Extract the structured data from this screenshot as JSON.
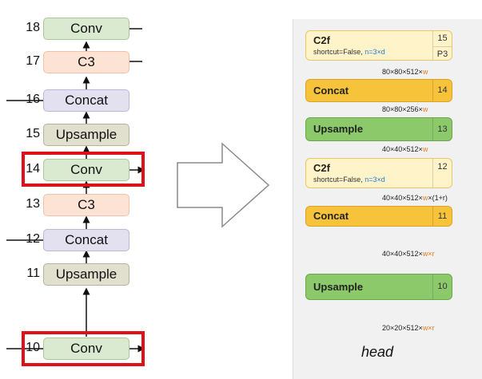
{
  "left_column": {
    "blocks": [
      {
        "index": "18",
        "label": "Conv"
      },
      {
        "index": "17",
        "label": "C3"
      },
      {
        "index": "16",
        "label": "Concat"
      },
      {
        "index": "15",
        "label": "Upsample"
      },
      {
        "index": "14",
        "label": "Conv"
      },
      {
        "index": "13",
        "label": "C3"
      },
      {
        "index": "12",
        "label": "Concat"
      },
      {
        "index": "11",
        "label": "Upsample"
      },
      {
        "index": "10",
        "label": "Conv"
      }
    ],
    "highlight_color": "#e0101a"
  },
  "right_panel": {
    "blocks": [
      {
        "title": "C2f",
        "sub_prefix": "shortcut=False, ",
        "sub_n": "n=3×d",
        "num": "15",
        "num2": "P3"
      },
      {
        "title": "Concat",
        "num": "14"
      },
      {
        "title": "Upsample",
        "num": "13"
      },
      {
        "title": "C2f",
        "sub_prefix": "shortcut=False, ",
        "sub_n": "n=3×d",
        "num": "12"
      },
      {
        "title": "Concat",
        "num": "11"
      },
      {
        "title": "Upsample",
        "num": "10"
      }
    ],
    "dims": [
      {
        "base": "80×80×512×",
        "var": "w"
      },
      {
        "base": "80×80×256×",
        "var": "w"
      },
      {
        "base": "40×40×512×",
        "var": "w"
      },
      {
        "base": "40×40×512×",
        "var": "w",
        "tail": "×(1+r)"
      },
      {
        "base": "40×40×512×",
        "var": "w×r"
      },
      {
        "base": "20×20×512×",
        "var": "w×r"
      }
    ],
    "footer": "head"
  },
  "colors": {
    "conv": "#d9ead0",
    "c3": "#fde3d4",
    "concat": "#e3e0f0",
    "upsample": "#e1dfcd",
    "c2f": "#fff3c9",
    "concat_v8": "#f7c33a",
    "upsample_v8": "#8cc96b",
    "dim_var": "#e07a1e",
    "n_var": "#1e7ad6"
  }
}
